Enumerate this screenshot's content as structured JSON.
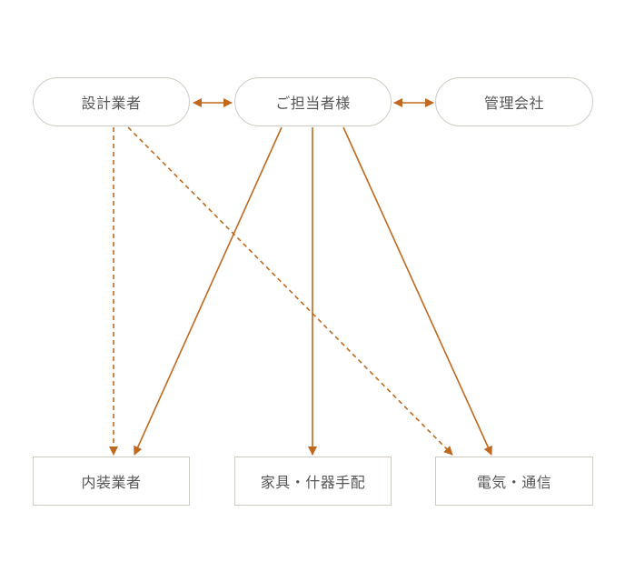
{
  "colors": {
    "arrow": "#c0691e",
    "node_border": "#cfcbc3",
    "text": "#555555",
    "background": "#ffffff"
  },
  "top_nodes": {
    "designer": "設計業者",
    "client_contact": "ご担当者様",
    "management": "管理会社"
  },
  "bottom_nodes": {
    "interior": "内装業者",
    "furniture": "家具・什器手配",
    "electrical": "電気・通信"
  },
  "edges": [
    {
      "from": "designer",
      "to": "client_contact",
      "style": "solid",
      "direction": "both"
    },
    {
      "from": "client_contact",
      "to": "management",
      "style": "solid",
      "direction": "both"
    },
    {
      "from": "designer",
      "to": "interior",
      "style": "dashed",
      "direction": "forward"
    },
    {
      "from": "designer",
      "to": "electrical",
      "style": "dashed",
      "direction": "forward"
    },
    {
      "from": "client_contact",
      "to": "interior",
      "style": "solid",
      "direction": "forward"
    },
    {
      "from": "client_contact",
      "to": "furniture",
      "style": "solid",
      "direction": "forward"
    },
    {
      "from": "client_contact",
      "to": "electrical",
      "style": "solid",
      "direction": "forward"
    }
  ]
}
